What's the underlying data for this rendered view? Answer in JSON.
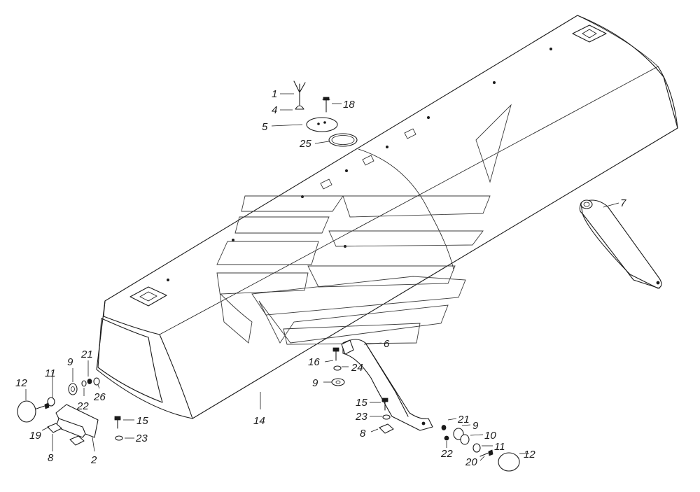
{
  "diagram": {
    "callouts": [
      {
        "id": "c1",
        "text": "1"
      },
      {
        "id": "c4",
        "text": "4"
      },
      {
        "id": "c18",
        "text": "18"
      },
      {
        "id": "c5",
        "text": "5"
      },
      {
        "id": "c25",
        "text": "25"
      },
      {
        "id": "c7",
        "text": "7"
      },
      {
        "id": "c6",
        "text": "6"
      },
      {
        "id": "c16",
        "text": "16"
      },
      {
        "id": "c24",
        "text": "24"
      },
      {
        "id": "c9a",
        "text": "9"
      },
      {
        "id": "c9b",
        "text": "9"
      },
      {
        "id": "c21a",
        "text": "21"
      },
      {
        "id": "c22a",
        "text": "22"
      },
      {
        "id": "c26",
        "text": "26"
      },
      {
        "id": "c11a",
        "text": "11"
      },
      {
        "id": "c12a",
        "text": "12"
      },
      {
        "id": "c19",
        "text": "19"
      },
      {
        "id": "c8a",
        "text": "8"
      },
      {
        "id": "c2",
        "text": "2"
      },
      {
        "id": "c15a",
        "text": "15"
      },
      {
        "id": "c23a",
        "text": "23"
      },
      {
        "id": "c14",
        "text": "14"
      },
      {
        "id": "c15b",
        "text": "15"
      },
      {
        "id": "c23b",
        "text": "23"
      },
      {
        "id": "c8b",
        "text": "8"
      },
      {
        "id": "c21b",
        "text": "21"
      },
      {
        "id": "c9c",
        "text": "9"
      },
      {
        "id": "c10",
        "text": "10"
      },
      {
        "id": "c11b",
        "text": "11"
      },
      {
        "id": "c22b",
        "text": "22"
      },
      {
        "id": "c20",
        "text": "20"
      },
      {
        "id": "c12b",
        "text": "12"
      }
    ]
  }
}
